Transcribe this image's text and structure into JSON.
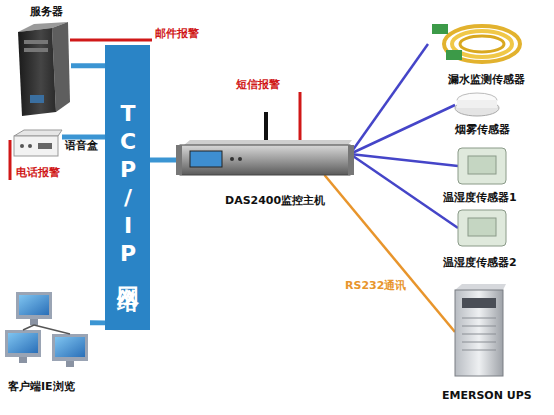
{
  "diagram": {
    "nodes": [
      {
        "text": [
          "服务器"
        ]
      },
      {
        "text": [
          "语音盒"
        ]
      },
      {
        "text": [
          "TCP/IP网络"
        ]
      },
      {
        "text": [
          "客户端IE浏览"
        ]
      },
      {
        "text": [
          "DAS2400监控主机"
        ]
      },
      {
        "text": [
          "漏水监测传感器"
        ]
      },
      {
        "text": [
          "烟雾传感器"
        ]
      },
      {
        "text": [
          "温湿度传感器1"
        ]
      },
      {
        "text": [
          "温湿度传感器2"
        ]
      },
      {
        "text": [
          "EMERSON UPS"
        ]
      }
    ],
    "edges": [
      {
        "from": 0,
        "to": 2,
        "arrow": "none"
      },
      {
        "from": 1,
        "to": 2,
        "arrow": "none"
      },
      {
        "from": 3,
        "to": 2,
        "arrow": "none"
      },
      {
        "from": 2,
        "to": 4,
        "arrow": "none"
      },
      {
        "from": 4,
        "to": 5,
        "arrow": "none"
      },
      {
        "from": 4,
        "to": 6,
        "arrow": "none"
      },
      {
        "from": 4,
        "to": 7,
        "arrow": "none"
      },
      {
        "from": 4,
        "to": 8,
        "arrow": "none"
      },
      {
        "from": 4,
        "to": 9,
        "label": "RS232通讯",
        "arrow": "none"
      }
    ],
    "labels": [
      "邮件报警",
      "短信报警",
      "电话报警"
    ]
  }
}
